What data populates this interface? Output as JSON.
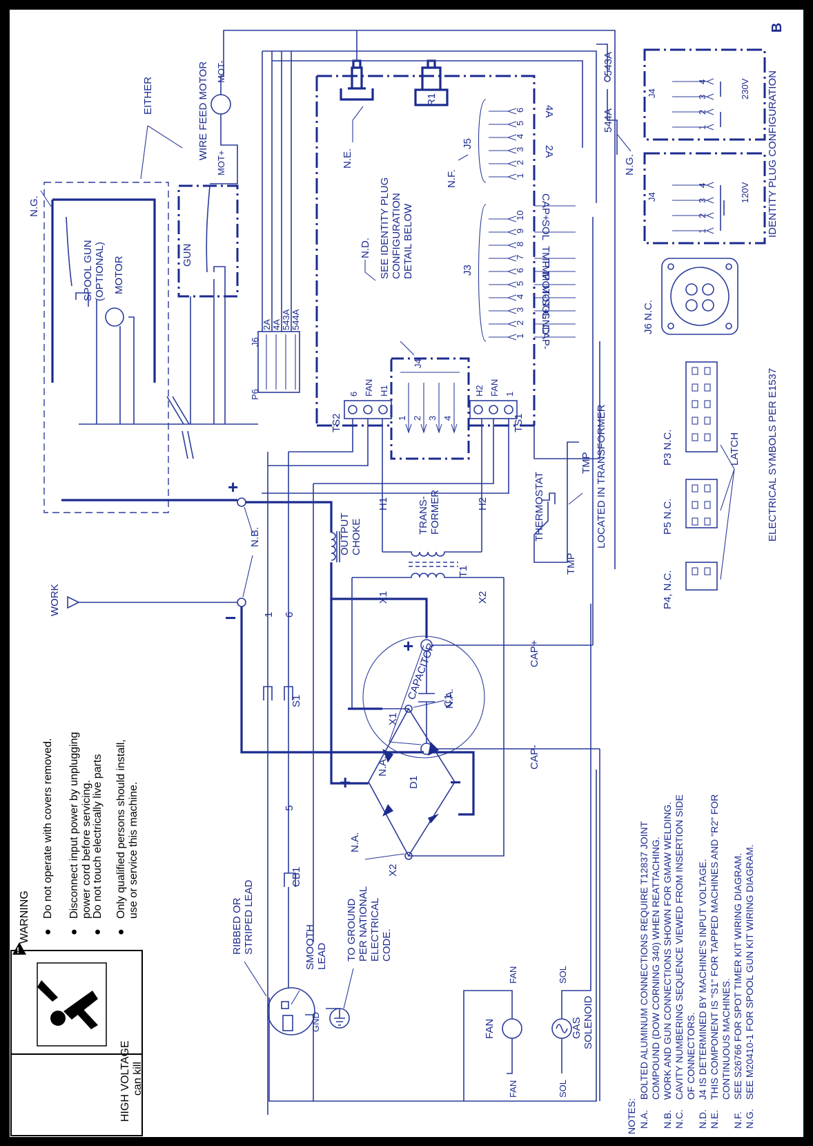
{
  "sheet_letter": "B",
  "warning": {
    "title": "WARNING",
    "subtitle_1": "HIGH VOLTAGE",
    "subtitle_2": "can kill",
    "bullets": [
      [
        "Do not operate with covers removed."
      ],
      [
        "Disconnect input power by unplugging",
        "power cord before servicing."
      ],
      [
        "Do not touch electrically live parts"
      ],
      [
        "Only qualified persons should install,",
        "use or service this machine."
      ]
    ]
  },
  "components": {
    "wire_feed_motor": "WIRE FEED MOTOR",
    "mot_plus": "MOT+",
    "mot_minus": "MOT-",
    "either": "EITHER",
    "spool_gun": "SPOOL GUN",
    "optional": "(OPTIONAL)",
    "motor": "MOTOR",
    "gun": "GUN",
    "work": "WORK",
    "output_choke_1": "OUTPUT",
    "output_choke_2": "CHOKE",
    "transformer_1": "TRANS-",
    "transformer_2": "FORMER",
    "t1": "T1",
    "capacitor": "CAPACITOR",
    "c1": "C1",
    "d1": "D1",
    "thermostat": "THERMOSTAT",
    "located_in_transformer": "LOCATED IN TRANSFORMER",
    "tmp": "TMP",
    "fan": "FAN",
    "sol": "SOL",
    "gas_solenoid_1": "GAS",
    "gas_solenoid_2": "SOLENOID",
    "s1": "S1",
    "cb1": "CB1",
    "ribbed_1": "RIBBED OR",
    "ribbed_2": "STRIPED LEAD",
    "smooth_1": "SMOOTH",
    "smooth_2": "LEAD",
    "ground_1": "TO GROUND",
    "ground_2": "PER NATIONAL",
    "ground_3": "ELECTRICAL",
    "ground_4": "CODE.",
    "gnd": "GND",
    "see_identity_1": "SEE IDENTITY PLUG",
    "see_identity_2": "CONFIGURATION",
    "see_identity_3": "DETAIL BELOW",
    "ts1": "TS1",
    "ts2": "TS2",
    "h1": "H1",
    "h2": "H2",
    "x1": "X1",
    "x2": "X2",
    "cap_plus": "CAP+",
    "cap_minus": "CAP-",
    "j3": "J3",
    "j4": "J4",
    "j5": "J5",
    "j6": "J6",
    "p6": "P6",
    "r1": "R1",
    "na": "N.A.",
    "nb": "N.B.",
    "nd": "N.D.",
    "ne": "N.E.",
    "nf": "N.F.",
    "ng": "N.G.",
    "w543a": "543A",
    "w544a": "544A",
    "w2a": "2A",
    "w4a": "4A",
    "w1": "1",
    "w5": "5",
    "w6": "6",
    "j6_nc": "J6 N.C.",
    "p3_nc": "P3 N.C.",
    "p4_nc": "P4, N.C.",
    "p5_nc": "P5 N.C.",
    "latch": "LATCH",
    "v120": "120V",
    "v230": "230V",
    "identity_plug": "IDENTITY PLUG CONFIGURATION",
    "electrical_symbols": "ELECTRICAL SYMBOLS PER E1537"
  },
  "j6_wires": [
    "2A",
    "4A",
    "543A",
    "544A"
  ],
  "j3_wires": [
    "CAP-",
    "GND",
    "SOL",
    "MOT+",
    "MOT-",
    "TMP",
    "TMP",
    "SOL",
    "CAP+"
  ],
  "j5_wires": [
    "2A",
    "4A"
  ],
  "notes": {
    "heading": "NOTES:",
    "items": [
      [
        "N.A.",
        "BOLTED ALUMINUM CONNECTIONS REQUIRE T12837 JOINT"
      ],
      [
        "",
        "COMPOUND (DOW CORNING 340) WHEN REATTACHING."
      ],
      [
        "N.B.",
        "WORK AND GUN CONNECTIONS SHOWN FOR GMAW WELDING."
      ],
      [
        "N.C.",
        "CAVITY NUMBERING SEQUENCE VIEWED FROM INSERTION SIDE"
      ],
      [
        "",
        "OF CONNECTORS."
      ],
      [
        "N.D.",
        "J4 IS DETERMINED BY MACHINE'S INPUT VOLTAGE."
      ],
      [
        "N.E.",
        "THIS COMPONENT IS \"S1\" FOR TAPPED MACHINES AND \"R2\" FOR"
      ],
      [
        "",
        "CONTINUOUS MACHINES."
      ],
      [
        "N.F.",
        "SEE S26766 FOR SPOT TIMER KIT WIRING DIAGRAM."
      ],
      [
        "N.G.",
        "SEE M20410-1 FOR SPOOL GUN KIT WIRING DIAGRAM."
      ]
    ]
  }
}
